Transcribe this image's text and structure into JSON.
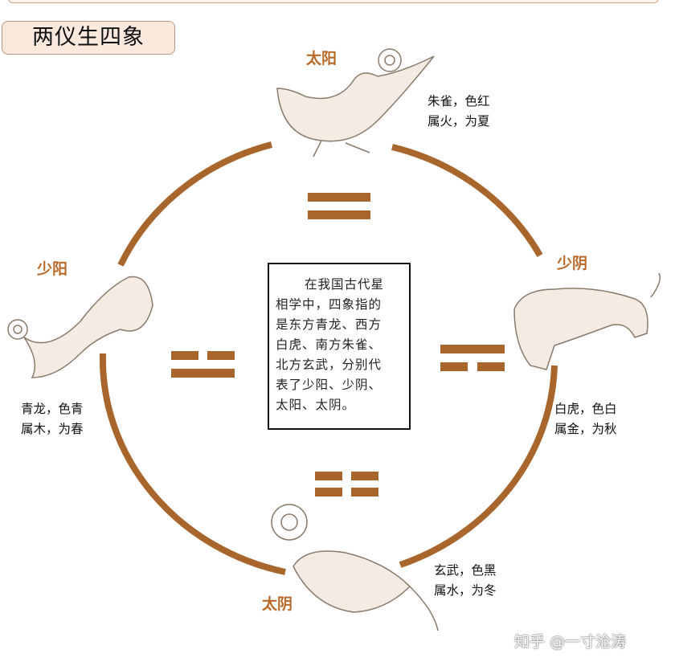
{
  "title": "两仪生四象",
  "colors": {
    "accent": "#b9692a",
    "circle": "#a9662c",
    "figure": "#f4ece2"
  },
  "quadrants": {
    "top": {
      "label": "太阳",
      "desc": [
        "朱雀，色红",
        "属火，为夏"
      ],
      "trigram": "solid-solid",
      "icon": "vermilion-bird-icon"
    },
    "left": {
      "label": "少阳",
      "desc": [
        "青龙，色青",
        "属木，为春"
      ],
      "trigram": "broken-solid",
      "icon": "azure-dragon-icon"
    },
    "right": {
      "label": "少阴",
      "desc": [
        "白虎，色白",
        "属金，为秋"
      ],
      "trigram": "solid-broken",
      "icon": "white-tiger-icon"
    },
    "bottom": {
      "label": "太阴",
      "desc": [
        "玄武，色黑",
        "属水，为冬"
      ],
      "trigram": "broken-broken",
      "icon": "black-tortoise-icon"
    }
  },
  "center_text": [
    "在我国古代星",
    "相学中，四象指的",
    "是东方青龙、西方",
    "白虎、南方朱雀、",
    "北方玄武，分别代",
    "表了少阳、少阴、",
    "太阳、太阴。"
  ],
  "watermark": "知乎 @一寸沧涛"
}
